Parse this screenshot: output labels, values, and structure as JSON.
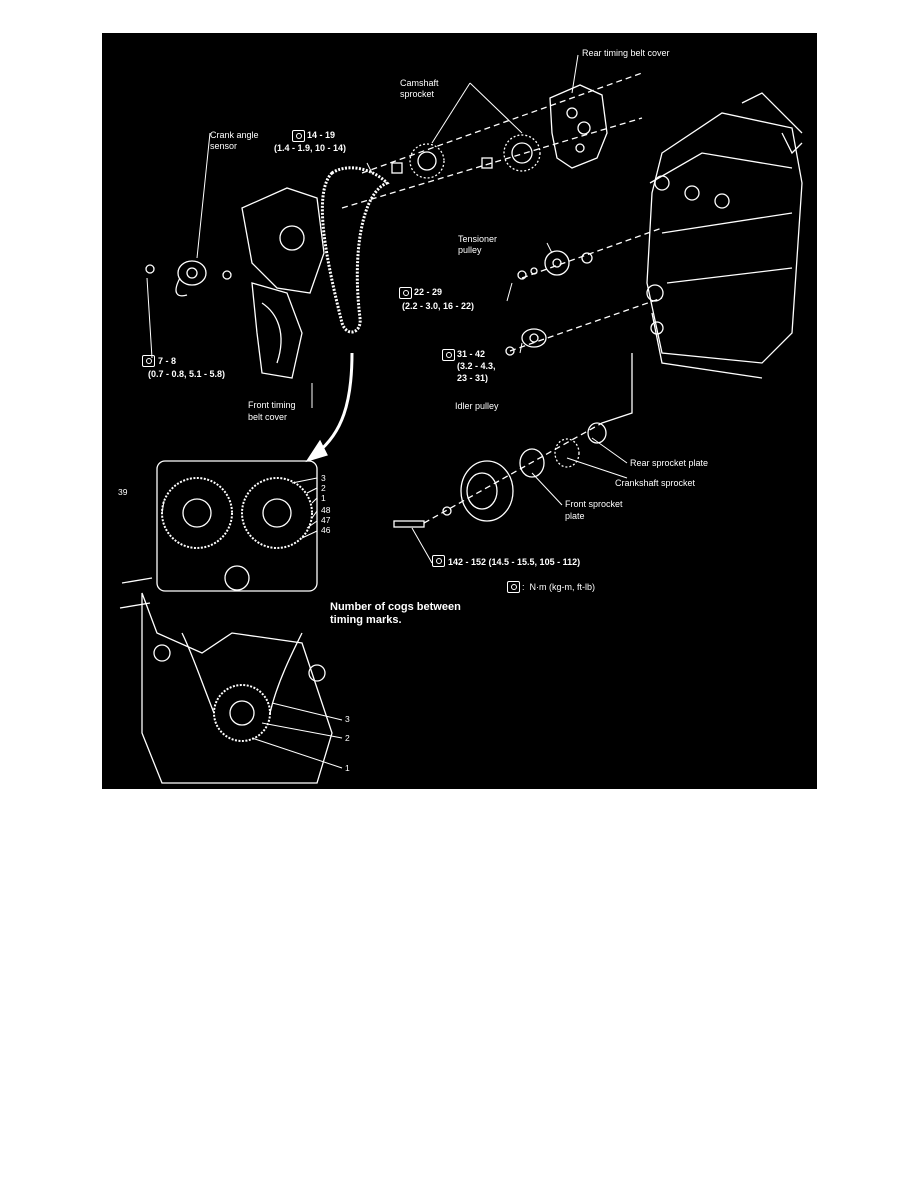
{
  "labels": {
    "rear_timing_belt_cover": "Rear timing belt cover",
    "camshaft_sprocket_1": "Camshaft",
    "camshaft_sprocket_2": "sprocket",
    "crank_angle_sensor_1": "Crank angle",
    "crank_angle_sensor_2": "sensor",
    "torque_14_19_a": "14 - 19",
    "torque_14_19_b": "(1.4 - 1.9, 10 - 14)",
    "tensioner_pulley_1": "Tensioner",
    "tensioner_pulley_2": "pulley",
    "torque_22_29_a": "22 - 29",
    "torque_22_29_b": "(2.2 - 3.0, 16 - 22)",
    "torque_7_8_a": "7 - 8",
    "torque_7_8_b": "(0.7 - 0.8, 5.1 - 5.8)",
    "torque_31_42_a": "31 - 42",
    "torque_31_42_b": "(3.2 - 4.3,",
    "torque_31_42_c": "23 - 31)",
    "idler_pulley": "Idler pulley",
    "front_timing_belt_cover_1": "Front timing",
    "front_timing_belt_cover_2": "belt cover",
    "rear_sprocket_plate": "Rear sprocket plate",
    "crankshaft_sprocket": "Crankshaft sprocket",
    "front_sprocket_plate_1": "Front sprocket",
    "front_sprocket_plate_2": "plate",
    "torque_142_152": "142 - 152 (14.5 - 15.5, 105 - 112)",
    "torque_legend": ":  N·m (kg-m, ft-lb)",
    "cogs_note_1": "Number of cogs between",
    "cogs_note_2": "timing marks.",
    "cog_39": "39",
    "cog_3_top": "3",
    "cog_2_top": "2",
    "cog_1_top": "1",
    "cog_48": "48",
    "cog_47": "47",
    "cog_46": "46",
    "cog_3_bottom": "3",
    "cog_2_bottom": "2",
    "cog_1_bottom": "1"
  },
  "colors": {
    "background": "#000000",
    "ink": "#ffffff",
    "page": "#ffffff"
  },
  "icons": {
    "torque": "torque-wrench-icon"
  }
}
